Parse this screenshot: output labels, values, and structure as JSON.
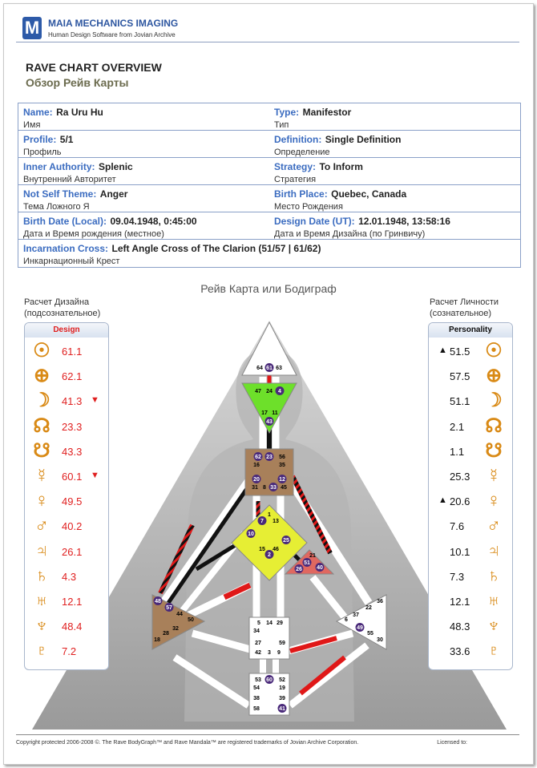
{
  "header": {
    "logo_letter": "M",
    "brand": "MAIA MECHANICS IMAGING",
    "tagline": "Human Design Software from Jovian Archive"
  },
  "title_en": "RAVE CHART OVERVIEW",
  "title_ru": "Обзор Рейв Карты",
  "info": {
    "name": {
      "label": "Name:",
      "value": "Ra Uru Hu",
      "sub": "Имя"
    },
    "type": {
      "label": "Type:",
      "value": "Manifestor",
      "sub": "Тип"
    },
    "profile": {
      "label": "Profile:",
      "value": "5/1",
      "sub": "Профиль"
    },
    "definition": {
      "label": "Definition:",
      "value": "Single Definition",
      "sub": "Определение"
    },
    "authority": {
      "label": "Inner Authority:",
      "value": "Splenic",
      "sub": "Внутренний Авторитет"
    },
    "strategy": {
      "label": "Strategy:",
      "value": "To Inform",
      "sub": "Стратегия"
    },
    "notself": {
      "label": "Not Self Theme:",
      "value": "Anger",
      "sub": "Тема Ложного Я"
    },
    "birthplace": {
      "label": "Birth Place:",
      "value": "Quebec, Canada",
      "sub": "Место Рождения"
    },
    "birthdate": {
      "label": "Birth Date (Local):",
      "value": "09.04.1948, 0:45:00",
      "sub": "Дата и Время рождения (местное)"
    },
    "designdate": {
      "label": "Design Date (UT):",
      "value": "12.01.1948, 13:58:16",
      "sub": "Дата и Время Дизайна (по Гринвичу)"
    },
    "cross": {
      "label": "Incarnation Cross:",
      "value": "Left Angle Cross of The Clarion (51/57 | 61/62)",
      "sub": "Инкарнационный Крест"
    }
  },
  "chart_title": "Рейв Карта или Бодиграф",
  "design_head": [
    "Расчет Дизайна",
    "(подсознательное)"
  ],
  "personality_head": [
    "Расчет Личности",
    "(сознательное)"
  ],
  "design_panel_title": "Design",
  "personality_panel_title": "Personality",
  "colors": {
    "design": "#e02020",
    "personality": "#111111",
    "planet": "#d98a16",
    "link": "#3b6cc0"
  },
  "planets": [
    {
      "icon": "sun-icon",
      "glyph": "☉",
      "design": "61.1",
      "design_mark": "",
      "personality": "51.5",
      "personality_mark": "▲"
    },
    {
      "icon": "earth-icon",
      "glyph": "⊕",
      "design": "62.1",
      "design_mark": "",
      "personality": "57.5",
      "personality_mark": ""
    },
    {
      "icon": "moon-icon",
      "glyph": "☽",
      "design": "41.3",
      "design_mark": "▼",
      "personality": "51.1",
      "personality_mark": ""
    },
    {
      "icon": "north-node-icon",
      "glyph": "☊",
      "design": "23.3",
      "design_mark": "",
      "personality": "2.1",
      "personality_mark": ""
    },
    {
      "icon": "south-node-icon",
      "glyph": "☋",
      "design": "43.3",
      "design_mark": "",
      "personality": "1.1",
      "personality_mark": ""
    },
    {
      "icon": "mercury-icon",
      "glyph": "☿",
      "design": "60.1",
      "design_mark": "▼",
      "personality": "25.3",
      "personality_mark": ""
    },
    {
      "icon": "venus-icon",
      "glyph": "♀",
      "design": "49.5",
      "design_mark": "",
      "personality": "20.6",
      "personality_mark": "▲"
    },
    {
      "icon": "mars-icon",
      "glyph": "♂",
      "design": "40.2",
      "design_mark": "",
      "personality": "7.6",
      "personality_mark": ""
    },
    {
      "icon": "jupiter-icon",
      "glyph": "♃",
      "design": "26.1",
      "design_mark": "",
      "personality": "10.1",
      "personality_mark": ""
    },
    {
      "icon": "saturn-icon",
      "glyph": "♄",
      "design": "4.3",
      "design_mark": "",
      "personality": "7.3",
      "personality_mark": ""
    },
    {
      "icon": "uranus-icon",
      "glyph": "♅",
      "design": "12.1",
      "design_mark": "",
      "personality": "12.1",
      "personality_mark": ""
    },
    {
      "icon": "neptune-icon",
      "glyph": "♆",
      "design": "48.4",
      "design_mark": "",
      "personality": "48.3",
      "personality_mark": ""
    },
    {
      "icon": "pluto-icon",
      "glyph": "♇",
      "design": "7.2",
      "design_mark": "",
      "personality": "33.6",
      "personality_mark": ""
    }
  ],
  "bodygraph_gates": {
    "head": [
      "64",
      "61",
      "63"
    ],
    "ajna": [
      "47",
      "24",
      "4",
      "17",
      "11",
      "43"
    ],
    "throat": [
      "62",
      "23",
      "56",
      "16",
      "35",
      "20",
      "12",
      "31",
      "8",
      "33",
      "45"
    ],
    "g": [
      "1",
      "7",
      "13",
      "10",
      "25",
      "15",
      "46",
      "2"
    ],
    "heart": [
      "21",
      "51",
      "26",
      "40"
    ],
    "spleen": [
      "48",
      "57",
      "44",
      "50",
      "32",
      "28",
      "18"
    ],
    "solar": [
      "36",
      "22",
      "37",
      "6",
      "49",
      "55",
      "30"
    ],
    "sacral": [
      "5",
      "14",
      "29",
      "34",
      "27",
      "59",
      "42",
      "3",
      "9"
    ],
    "root": [
      "53",
      "60",
      "52",
      "54",
      "19",
      "38",
      "39",
      "58",
      "41"
    ]
  },
  "footer": {
    "copyright": "Copyright protected 2006-2008 ©. The Rave BodyGraph™ and Rave Mandala™ are registered trademarks of Jovian Archive Corporation.",
    "licensed": "Licensed to:"
  }
}
